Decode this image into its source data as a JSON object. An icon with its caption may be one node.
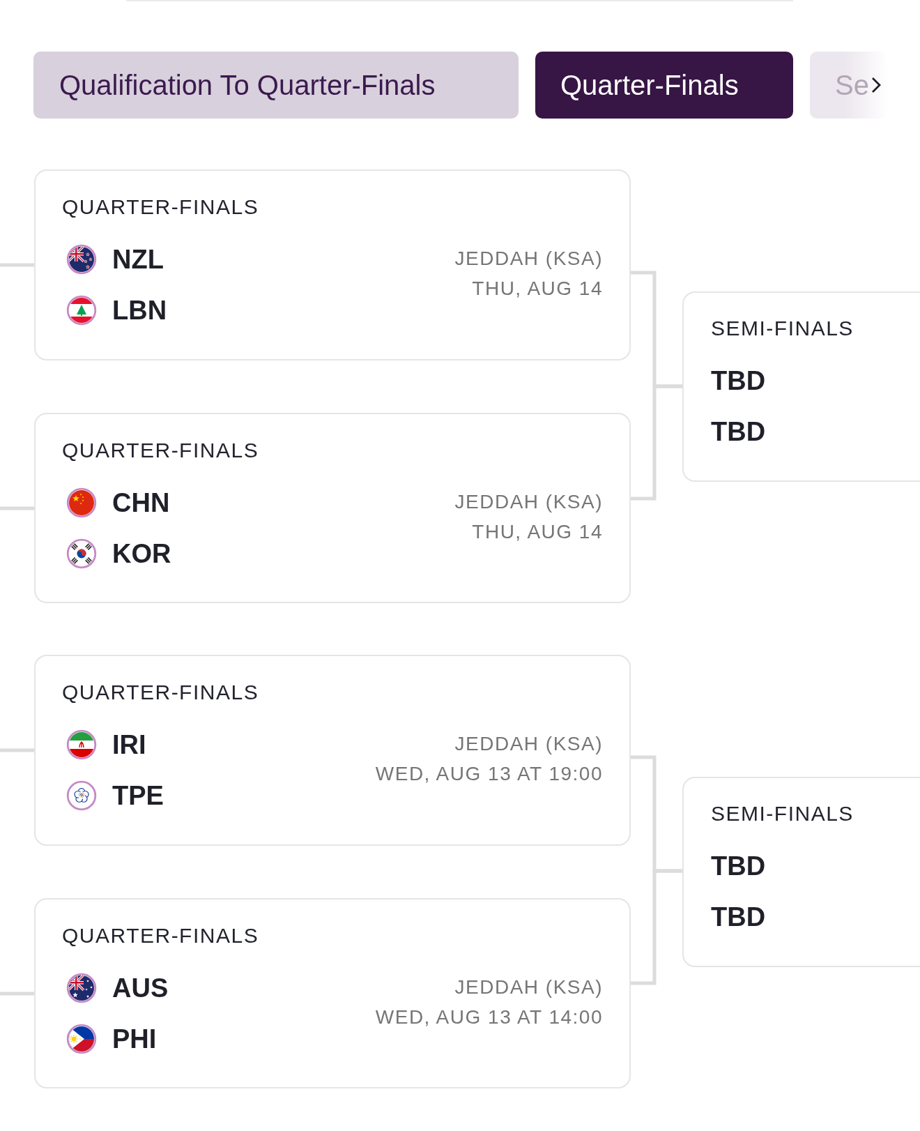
{
  "diagram": {
    "nodes": [
      {
        "text": [
          "Qualification To Quarter-Finals"
        ]
      },
      {
        "text": [
          "Quarter-Finals"
        ]
      },
      {
        "text": [
          "Se"
        ]
      },
      {
        "text": [
          "QUARTER-FINALS",
          "NZL",
          "LBN",
          "JEDDAH (KSA)",
          "THU, AUG 14"
        ]
      },
      {
        "text": [
          "QUARTER-FINALS",
          "CHN",
          "KOR",
          "JEDDAH (KSA)",
          "THU, AUG 14"
        ]
      },
      {
        "text": [
          "QUARTER-FINALS",
          "IRI",
          "TPE",
          "JEDDAH (KSA)",
          "WED, AUG 13 AT 19:00"
        ]
      },
      {
        "text": [
          "QUARTER-FINALS",
          "AUS",
          "PHI",
          "JEDDAH (KSA)",
          "WED, AUG 13 AT 14:00"
        ]
      },
      {
        "text": [
          "SEMI-FINALS",
          "TBD",
          "TBD"
        ]
      },
      {
        "text": [
          "SEMI-FINALS",
          "TBD",
          "TBD"
        ]
      }
    ],
    "edges": [
      {
        "from": null,
        "to": 3,
        "arrow": "none"
      },
      {
        "from": null,
        "to": 4,
        "arrow": "none"
      },
      {
        "from": null,
        "to": 5,
        "arrow": "none"
      },
      {
        "from": null,
        "to": 6,
        "arrow": "none"
      },
      {
        "from": 3,
        "to": 7,
        "arrow": "none"
      },
      {
        "from": 4,
        "to": 7,
        "arrow": "none"
      },
      {
        "from": 5,
        "to": 8,
        "arrow": "none"
      },
      {
        "from": 6,
        "to": 8,
        "arrow": "none"
      }
    ]
  }
}
